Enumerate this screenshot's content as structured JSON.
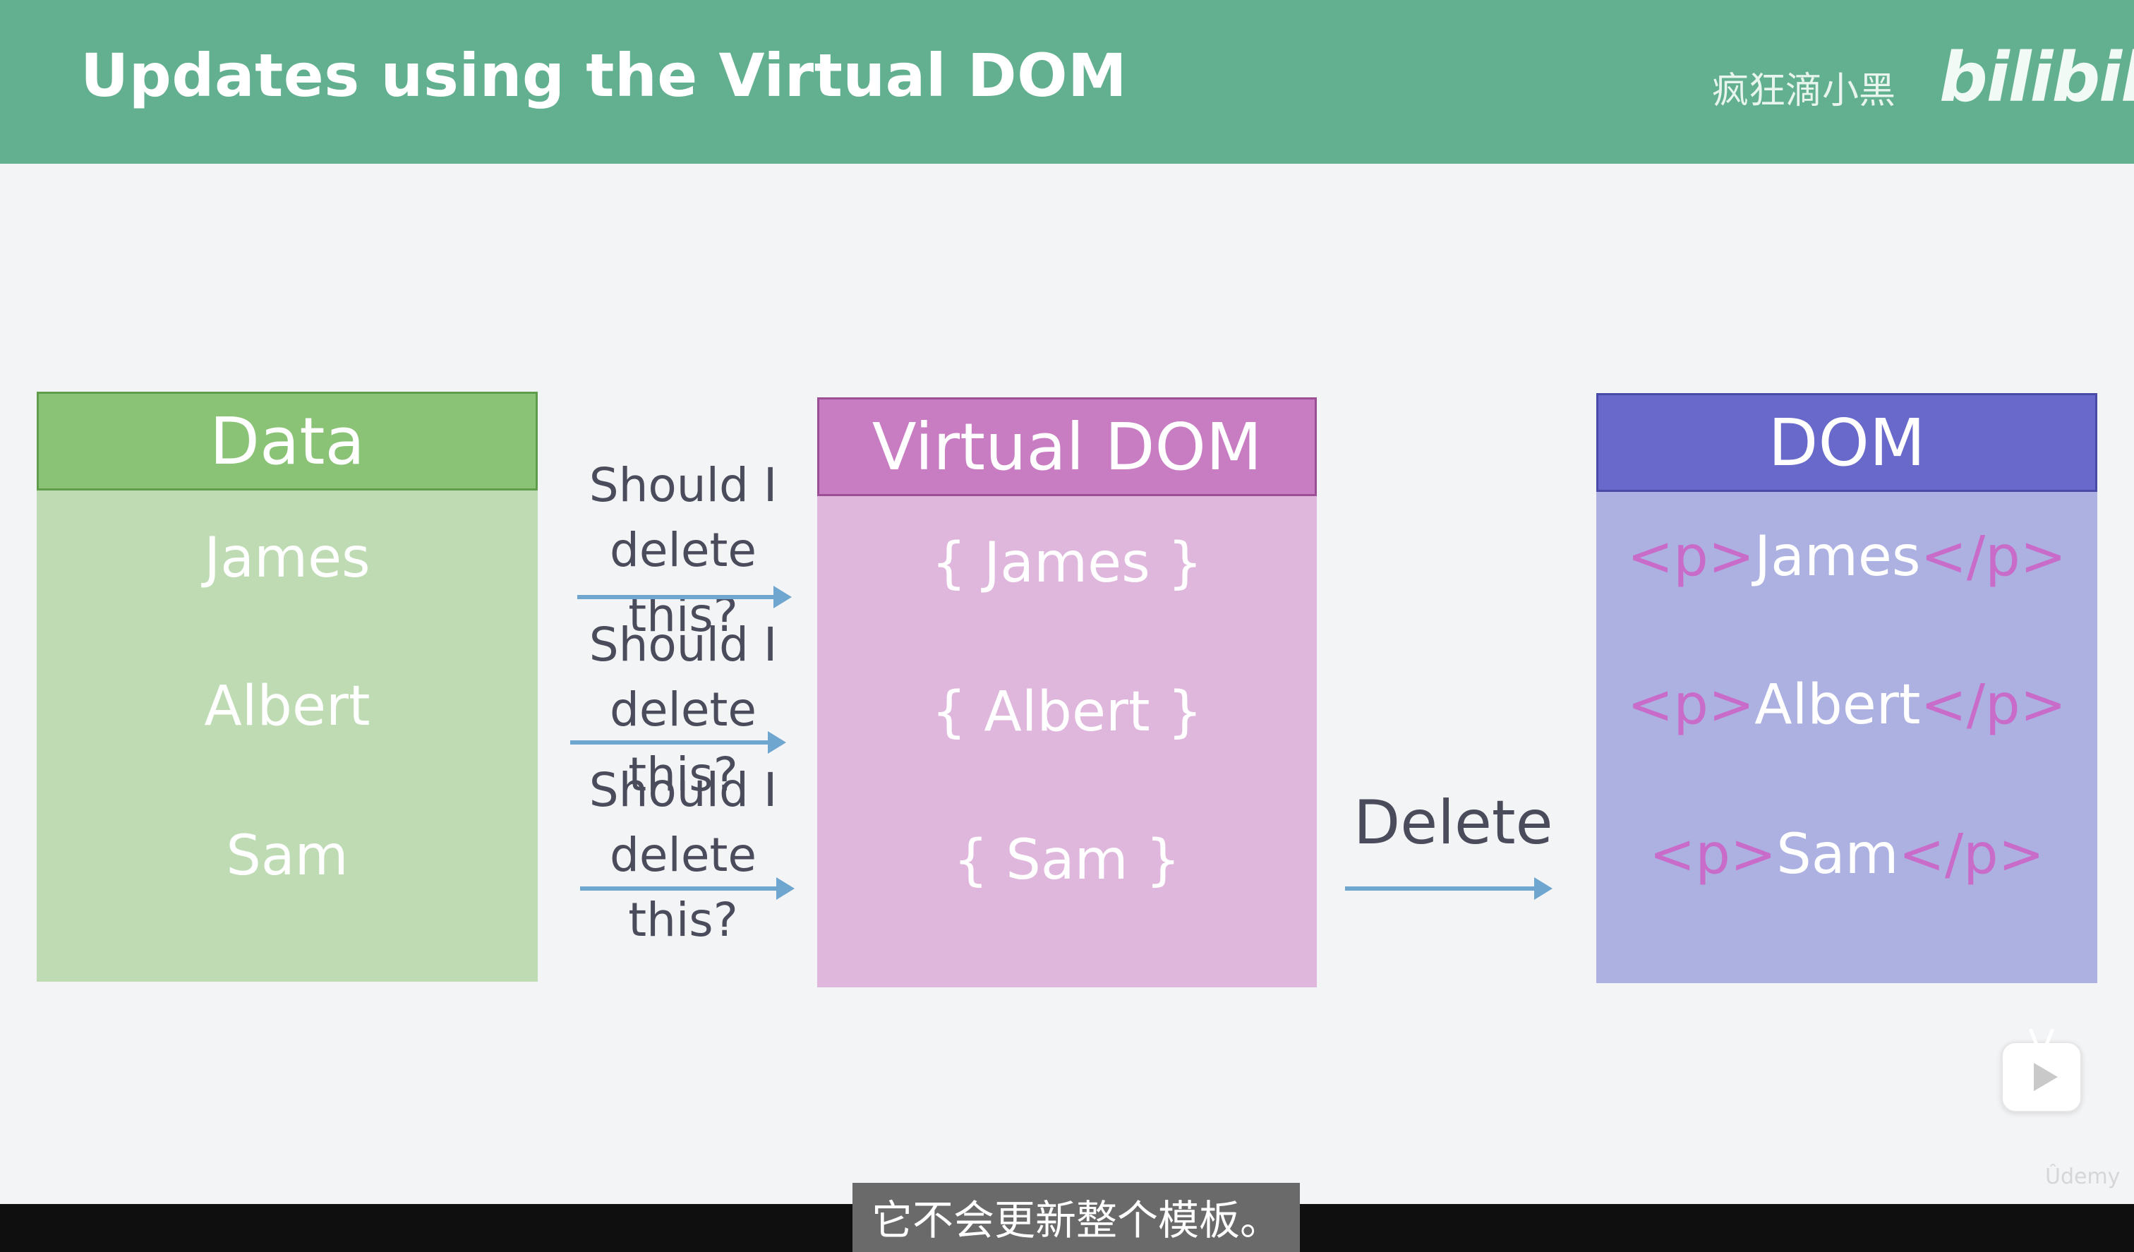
{
  "slide": {
    "title": "Updates using the Virtual DOM",
    "watermark_name": "疯狂滴小黑",
    "watermark_logo": "bilibili"
  },
  "columns": {
    "data": {
      "header": "Data",
      "rows": [
        "James",
        "Albert",
        "Sam"
      ]
    },
    "virtual_dom": {
      "header": "Virtual DOM",
      "rows": [
        "{ James }",
        "{ Albert }",
        "{ Sam }"
      ]
    },
    "dom": {
      "header": "DOM",
      "rows": [
        {
          "open": "<p>",
          "name": "James",
          "close": "</p>"
        },
        {
          "open": "<p>",
          "name": "Albert",
          "close": "</p>"
        },
        {
          "open": "<p>",
          "name": "Sam",
          "close": "</p>"
        }
      ]
    }
  },
  "questions": [
    {
      "line1": "Should I",
      "line2": "delete this?"
    },
    {
      "line1": "Should I",
      "line2": "delete this?"
    },
    {
      "line1": "Should I",
      "line2": "delete this?"
    }
  ],
  "delete_label": "Delete",
  "player": {
    "subtitle": "它不会更新整个模板。",
    "udemy_watermark": "Ûdemy",
    "play_icon": "play-icon"
  },
  "colors": {
    "title_bar": "#62b08f",
    "data_header": "#8bc376",
    "vdom_header": "#c87cc2",
    "dom_header": "#6869cb",
    "arrow": "#6ea6cf",
    "tag": "#c96bc8"
  }
}
